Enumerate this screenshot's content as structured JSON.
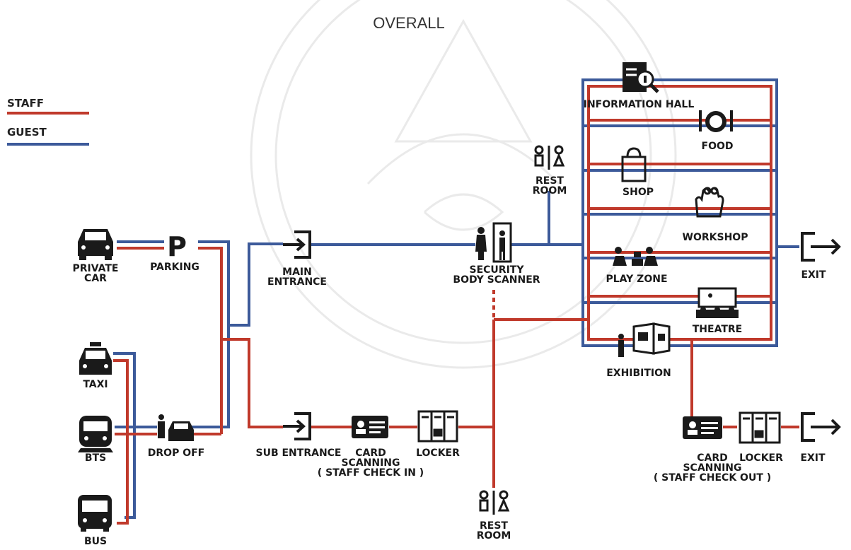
{
  "title": "OVERALL",
  "legend": [
    {
      "label": "STAFF",
      "color": "#c0392b"
    },
    {
      "label": "GUEST",
      "color": "#3c5a9a"
    }
  ],
  "colors": {
    "staff": "#c0392b",
    "guest": "#3c5a9a",
    "ink": "#1a1a1a",
    "watermark": "#e8e8e8"
  },
  "nodes": {
    "private_car": {
      "lines": [
        "PRIVATE",
        "CAR"
      ],
      "icon": "car-icon"
    },
    "parking": {
      "lines": [
        "PARKING"
      ],
      "icon": "parking-icon",
      "glyph": "P"
    },
    "taxi": {
      "lines": [
        "TAXI"
      ],
      "icon": "taxi-icon"
    },
    "bts": {
      "lines": [
        "BTS"
      ],
      "icon": "train-icon"
    },
    "bus": {
      "lines": [
        "BUS"
      ],
      "icon": "bus-icon"
    },
    "drop_off": {
      "lines": [
        "DROP OFF"
      ],
      "icon": "drop-off-icon"
    },
    "main_entrance": {
      "lines": [
        "MAIN",
        "ENTRANCE"
      ],
      "icon": "enter-icon"
    },
    "sub_entrance": {
      "lines": [
        "SUB ENTRANCE"
      ],
      "icon": "enter-icon"
    },
    "card_in": {
      "lines": [
        "CARD",
        "SCANNING",
        "( STAFF CHECK IN )"
      ],
      "icon": "id-card-icon"
    },
    "locker_1": {
      "lines": [
        "LOCKER"
      ],
      "icon": "locker-icon"
    },
    "security": {
      "lines": [
        "SECURITY",
        "BODY SCANNER"
      ],
      "icon": "body-scanner-icon"
    },
    "rest_room_top": {
      "lines": [
        "REST",
        "ROOM"
      ],
      "icon": "restroom-icon"
    },
    "rest_room_bottom": {
      "lines": [
        "REST",
        "ROOM"
      ],
      "icon": "restroom-icon"
    },
    "info_hall": {
      "lines": [
        "INFORMATION HALL"
      ],
      "icon": "information-icon"
    },
    "food": {
      "lines": [
        "FOOD"
      ],
      "icon": "food-icon"
    },
    "shop": {
      "lines": [
        "SHOP"
      ],
      "icon": "shopping-bag-icon"
    },
    "workshop": {
      "lines": [
        "WORKSHOP"
      ],
      "icon": "hands-icon"
    },
    "play_zone": {
      "lines": [
        "PLAY ZONE"
      ],
      "icon": "play-icon"
    },
    "theatre": {
      "lines": [
        "THEATRE"
      ],
      "icon": "theatre-icon"
    },
    "exhibition": {
      "lines": [
        "EXHIBITION"
      ],
      "icon": "exhibition-icon"
    },
    "exit_1": {
      "lines": [
        "EXIT"
      ],
      "icon": "exit-icon"
    },
    "card_out": {
      "lines": [
        "CARD",
        "SCANNING",
        "( STAFF CHECK OUT )"
      ],
      "icon": "id-card-icon"
    },
    "locker_2": {
      "lines": [
        "LOCKER"
      ],
      "icon": "locker-icon"
    },
    "exit_2": {
      "lines": [
        "EXIT"
      ],
      "icon": "exit-icon"
    }
  }
}
